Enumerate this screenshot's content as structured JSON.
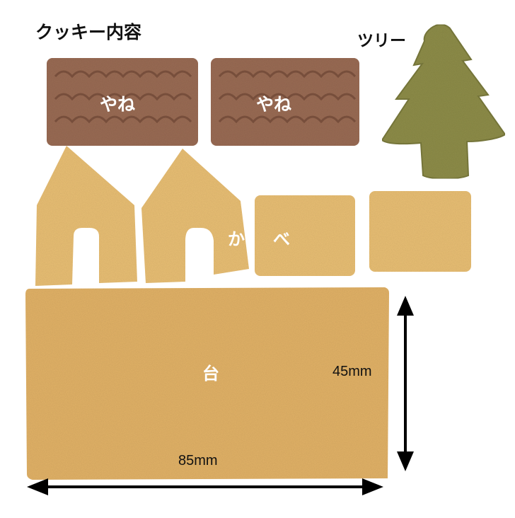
{
  "labels": {
    "title": "クッキー内容",
    "tree": "ツリー",
    "roof_left": "やね",
    "roof_right": "やね",
    "wall_ka": "か",
    "wall_be": "べ",
    "base": "台"
  },
  "dimensions": {
    "height": "45mm",
    "width": "85mm"
  },
  "colors": {
    "roof": "#9a6c54",
    "tree": "#8e8d4a",
    "wall": "#e9bf75",
    "base": "#e2b267"
  }
}
